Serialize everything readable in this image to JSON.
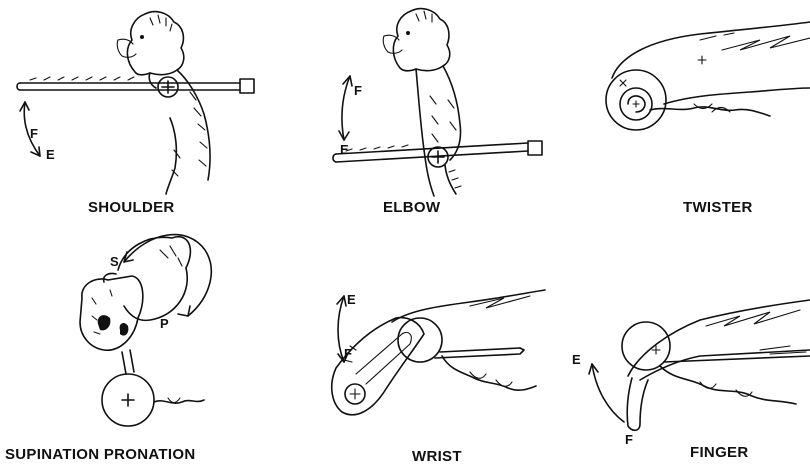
{
  "panels": {
    "shoulder": {
      "caption": "SHOULDER",
      "arrow_top": "F",
      "arrow_bottom": "E"
    },
    "elbow": {
      "caption": "ELBOW",
      "arrow_top": "F",
      "arrow_bottom": "E"
    },
    "twister": {
      "caption": "TWISTER"
    },
    "supination": {
      "caption": "SUPINATION PRONATION",
      "label_s": "S",
      "label_p": "P"
    },
    "wrist": {
      "caption": "WRIST",
      "arrow_top": "E",
      "arrow_bottom": "F"
    },
    "finger": {
      "caption": "FINGER",
      "label_e": "E",
      "label_f": "F"
    }
  }
}
